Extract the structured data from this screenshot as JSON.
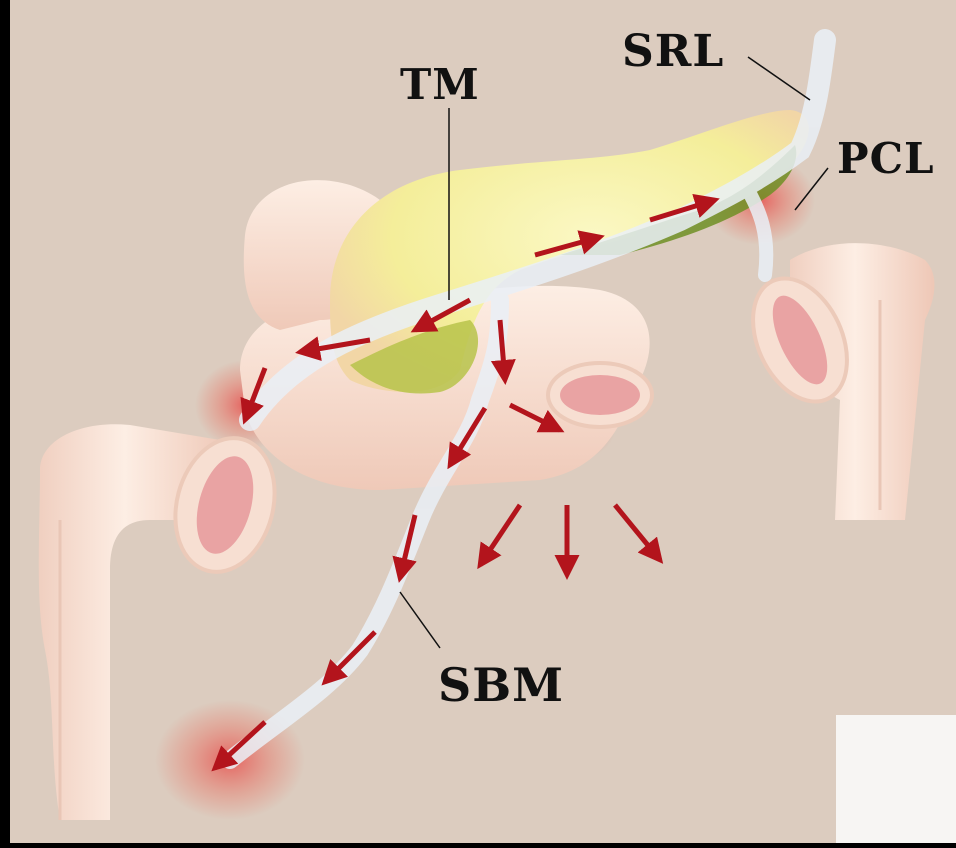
{
  "labels": {
    "tm": "TM",
    "srl": "SRL",
    "pcl": "PCL",
    "sbm": "SBM"
  },
  "colors": {
    "background": "#dcccbf",
    "frame": "#000000",
    "bowel_outer": "#f6dccc",
    "bowel_lumen": "#e9a3a3",
    "pancreas": "#f3f0a6",
    "fluid_spread": "#e8eef6",
    "arrow": "#b3141c",
    "inflammation": "#e84040",
    "green_region": "#8fae3a"
  }
}
